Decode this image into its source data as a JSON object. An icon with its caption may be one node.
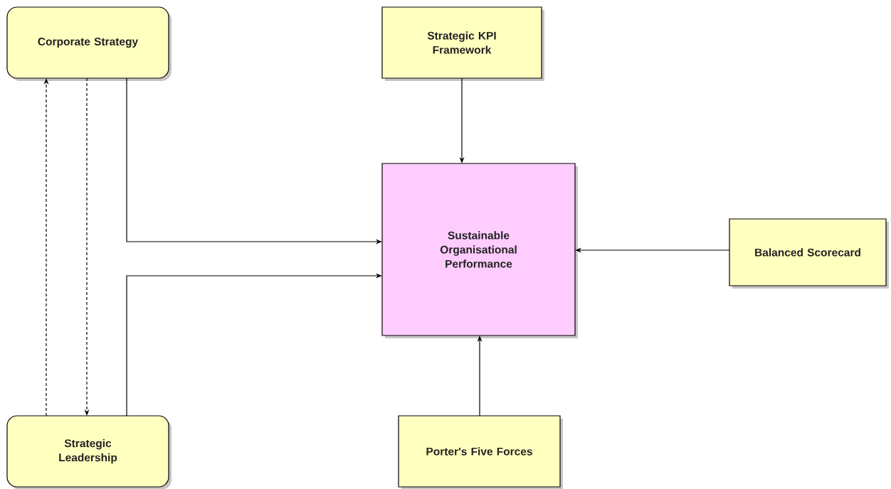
{
  "diagram": {
    "nodes": [
      {
        "text": [
          "Corporate Strategy"
        ]
      },
      {
        "text": [
          "Strategic KPI Framework"
        ]
      },
      {
        "text": [
          "Sustainable Organisational Performance"
        ]
      },
      {
        "text": [
          "Balanced Scorecard"
        ]
      },
      {
        "text": [
          "Strategic Leadership"
        ]
      },
      {
        "text": [
          "Porter's Five Forces"
        ]
      }
    ],
    "edges": [
      {
        "from": 0,
        "to": 2,
        "arrow": "to"
      },
      {
        "from": 4,
        "to": 2,
        "arrow": "to"
      },
      {
        "from": 1,
        "to": 2,
        "arrow": "to"
      },
      {
        "from": 3,
        "to": 2,
        "arrow": "to"
      },
      {
        "from": 5,
        "to": 2,
        "arrow": "to"
      },
      {
        "from": 4,
        "to": 0,
        "arrow": "to",
        "style": "dashed"
      },
      {
        "from": 0,
        "to": 4,
        "arrow": "to",
        "style": "dashed"
      }
    ]
  }
}
